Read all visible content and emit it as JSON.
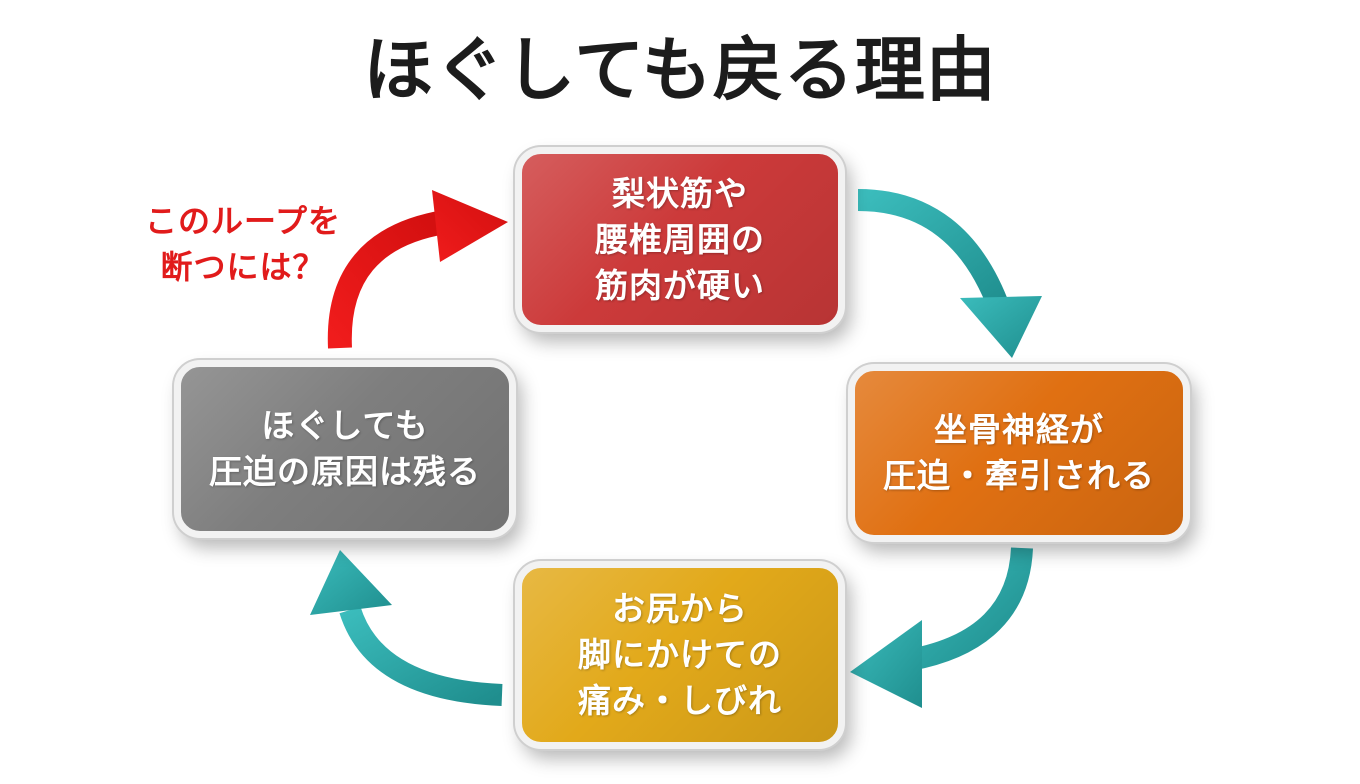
{
  "title": "ほぐしても戻る理由",
  "loop_question": "このループを\n断つには？",
  "steps": [
    {
      "id": "top",
      "label": "梨状筋や\n腰椎周囲の\n筋肉が硬い",
      "color": "#cc3a3a"
    },
    {
      "id": "right",
      "label": "坐骨神経が\n圧迫・牽引される",
      "color": "#e07012"
    },
    {
      "id": "bottom",
      "label": "お尻から\n脚にかけての\n痛み・しびれ",
      "color": "#e2a91a"
    },
    {
      "id": "left",
      "label": "ほぐしても\n圧迫の原因は残る",
      "color": "#7e7e7e"
    }
  ],
  "colors": {
    "cycle_arrow": "#2aa3a3",
    "break_arrow": "#e81616",
    "title_text": "#1c1c1c"
  }
}
